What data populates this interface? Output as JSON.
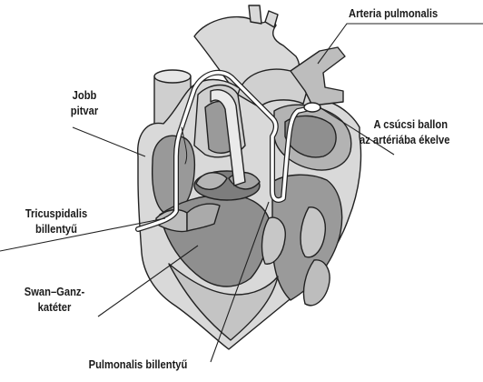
{
  "labels": {
    "arteria_pulmonalis": "Arteria pulmonalis",
    "jobb_pitvar": [
      "Jobb",
      "pitvar"
    ],
    "balloon": [
      "A csúcsi ballon",
      "az artériába ékelve"
    ],
    "tricuspidalis": [
      "Tricuspidalis",
      "billentyű"
    ],
    "swan_ganz": [
      "Swan–Ganz-",
      "katéter"
    ],
    "pulmonalis_billentyu": "Pulmonalis billentyű"
  },
  "colors": {
    "outline": "#222222",
    "tissue_light": "#d9d9d9",
    "tissue_mid": "#b3b3b3",
    "chamber_dark": "#8f8f8f",
    "shadow": "#777777",
    "catheter": "#ffffff"
  }
}
